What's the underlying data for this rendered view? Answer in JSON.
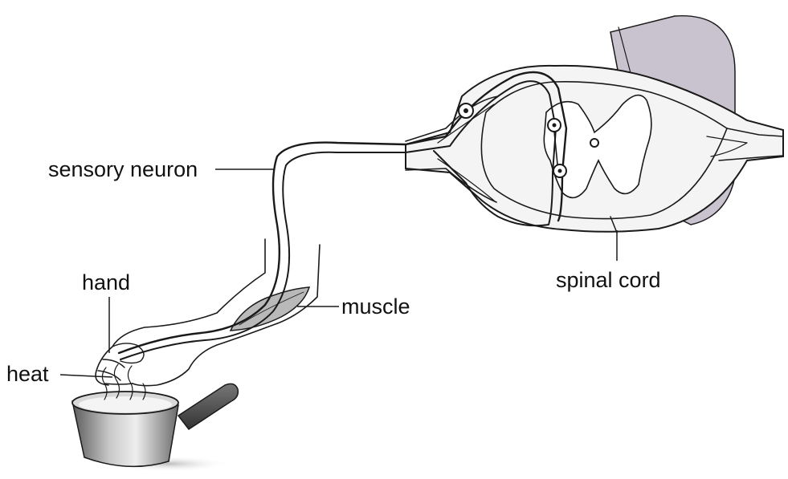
{
  "labels": {
    "sensory_neuron": "sensory neuron",
    "hand": "hand",
    "heat": "heat",
    "muscle": "muscle",
    "spinal_cord": "spinal cord"
  },
  "colors": {
    "ink": "#1a1a1a",
    "background": "#ffffff",
    "cord_body": "#f4f4f4",
    "cord_shadow": "#c9c3cf",
    "muscle_fill": "#b9b9b9",
    "pot_metal": "#9c9c9c"
  }
}
